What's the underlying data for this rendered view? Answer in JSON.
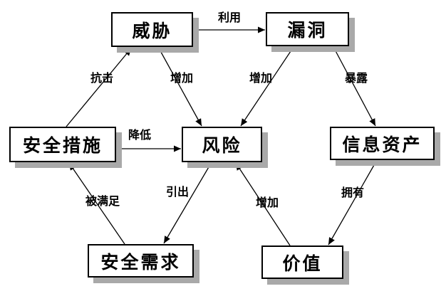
{
  "diagram": {
    "type": "concept-relationship-diagram",
    "language": "zh-CN",
    "colors": {
      "background": "#ffffff",
      "node_fill": "#ffffff",
      "node_border": "#000000",
      "node_shadow": "#a9a9a9",
      "edge_line": "#000000",
      "text": "#000000"
    },
    "nodes": [
      {
        "id": "threat",
        "label": "威胁"
      },
      {
        "id": "vulnerability",
        "label": "漏洞"
      },
      {
        "id": "security-measures",
        "label": "安全措施"
      },
      {
        "id": "risk",
        "label": "风险"
      },
      {
        "id": "information-assets",
        "label": "信息资产"
      },
      {
        "id": "security-requirements",
        "label": "安全需求"
      },
      {
        "id": "value",
        "label": "价值"
      }
    ],
    "edges": [
      {
        "from": "威胁",
        "to": "漏洞",
        "label": "利用"
      },
      {
        "from": "安全措施",
        "to": "威胁",
        "label": "抗击"
      },
      {
        "from": "威胁",
        "to": "风险",
        "label": "增加"
      },
      {
        "from": "漏洞",
        "to": "风险",
        "label": "增加"
      },
      {
        "from": "漏洞",
        "to": "信息资产",
        "label": "暴露"
      },
      {
        "from": "安全措施",
        "to": "风险",
        "label": "降低"
      },
      {
        "from": "风险",
        "to": "安全需求",
        "label": "引出"
      },
      {
        "from": "安全需求",
        "to": "安全措施",
        "label": "被满足"
      },
      {
        "from": "价值",
        "to": "风险",
        "label": "增加"
      },
      {
        "from": "信息资产",
        "to": "价值",
        "label": "拥有"
      }
    ]
  }
}
